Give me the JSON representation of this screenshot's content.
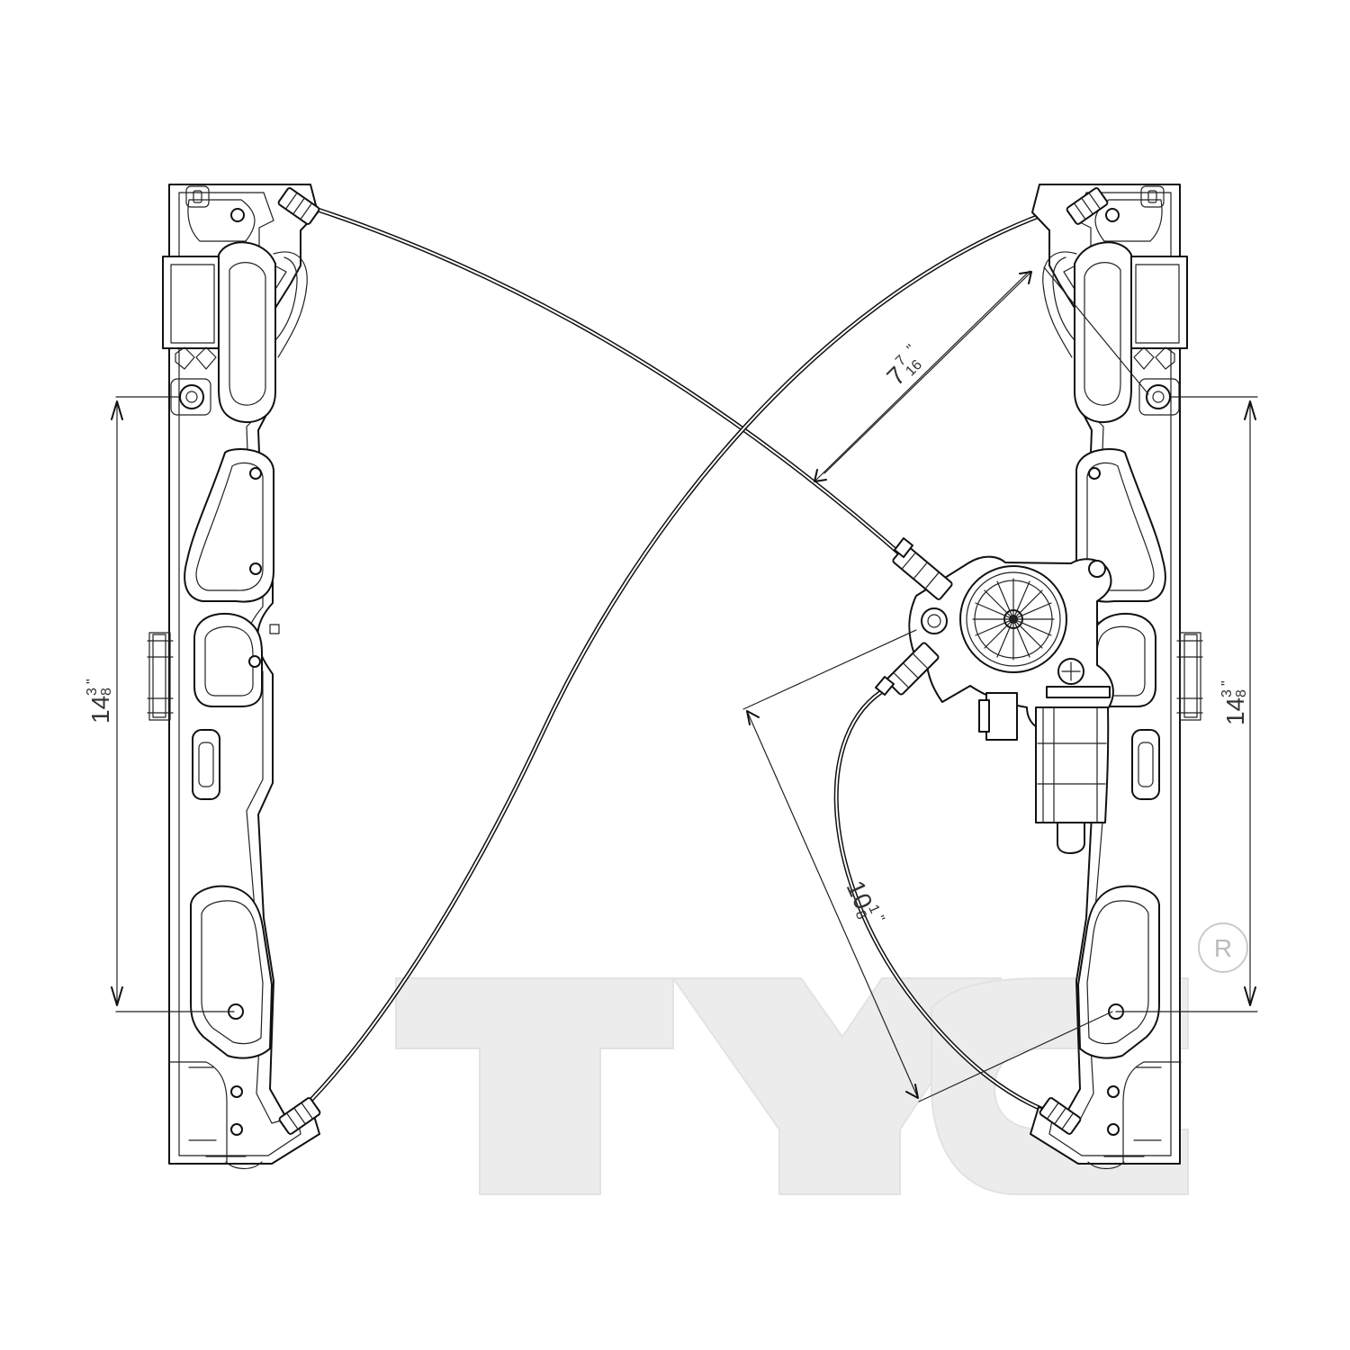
{
  "diagram": {
    "watermark": {
      "text": "TYC",
      "registered_mark": "R"
    },
    "dimensions": {
      "left_height": {
        "whole": "14",
        "numerator": "3",
        "denominator": "8",
        "inch": "\""
      },
      "right_height": {
        "whole": "14",
        "numerator": "3",
        "denominator": "8",
        "inch": "\""
      },
      "upper_cable_span": {
        "whole": "7",
        "numerator": "7",
        "denominator": "16",
        "inch": "\""
      },
      "lower_cable_span": {
        "whole": "10",
        "numerator": "1",
        "denominator": "8",
        "inch": "\""
      }
    }
  }
}
